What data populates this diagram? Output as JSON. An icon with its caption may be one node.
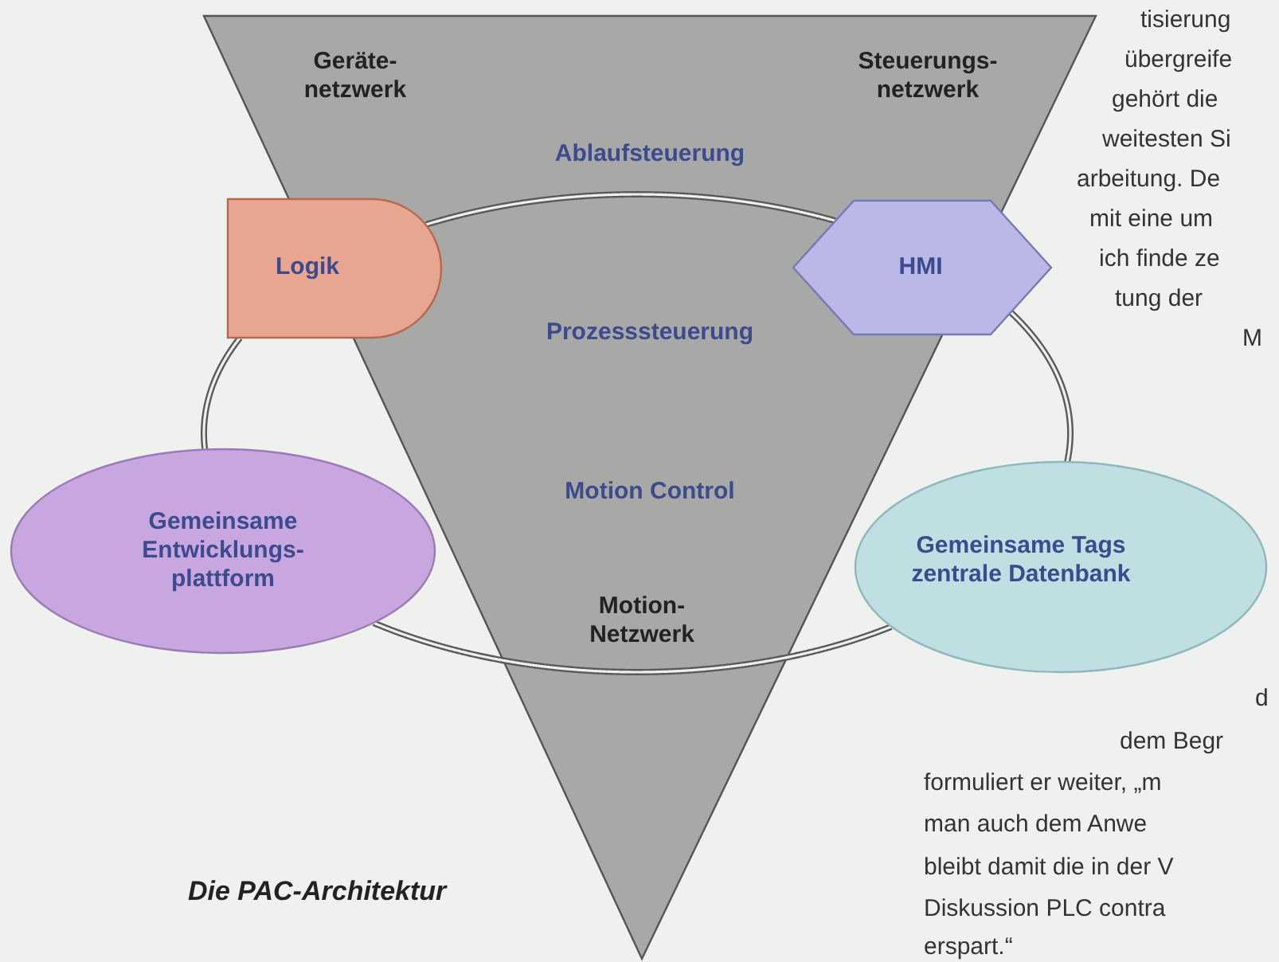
{
  "diagram": {
    "caption": "Die PAC-Architektur",
    "nodes": [
      {
        "text": [
          "Logik"
        ]
      },
      {
        "text": [
          "HMI"
        ]
      },
      {
        "text": [
          "Gemeinsame Entwicklungs- plattform"
        ]
      },
      {
        "text": [
          "Gemeinsame Tags zentrale Datenbank"
        ]
      }
    ],
    "edges": [
      {
        "from": 0,
        "to": 1,
        "arrow": "none"
      },
      {
        "from": 0,
        "to": 2,
        "arrow": "none"
      },
      {
        "from": 1,
        "to": 3,
        "arrow": "none"
      },
      {
        "from": 2,
        "to": 3,
        "arrow": "none"
      }
    ],
    "labels": [
      "Geräte- netzwerk",
      "Steuerungs- netzwerk",
      "Ablaufsteuerung",
      "Prozesssteuerung",
      "Motion Control",
      "Motion- Netzwerk",
      "tisierung",
      "übergreife",
      "gehört die",
      "weitesten Si",
      "arbeitung. De",
      "mit eine um",
      "ich finde ze",
      "tung der",
      "M",
      "d",
      "dem Begr",
      "formuliert er weiter, „m",
      "man auch dem Anwe",
      "bleibt damit die in der V",
      "Diskussion PLC contra",
      "erspart.“"
    ]
  }
}
